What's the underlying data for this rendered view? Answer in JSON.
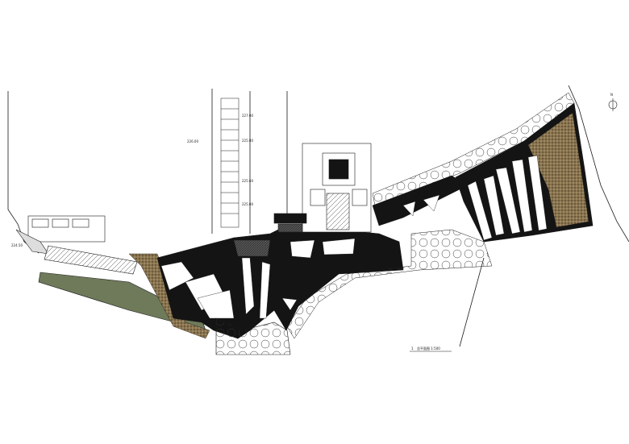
{
  "drawing": {
    "title_label": "总平面图 1:500",
    "section_mark": "1",
    "north_mark": "N",
    "colors": {
      "line": "#1a1a1a",
      "fill_dark": "#141414",
      "fill_hatch": "#6b5a3c",
      "paper": "#ffffff"
    }
  },
  "annotations": {
    "elev_1": "227.00",
    "elev_2": "226.00",
    "elev_3": "225.80",
    "elev_4": "225.60",
    "elev_5": "225.00",
    "elev_6": "224.50"
  }
}
